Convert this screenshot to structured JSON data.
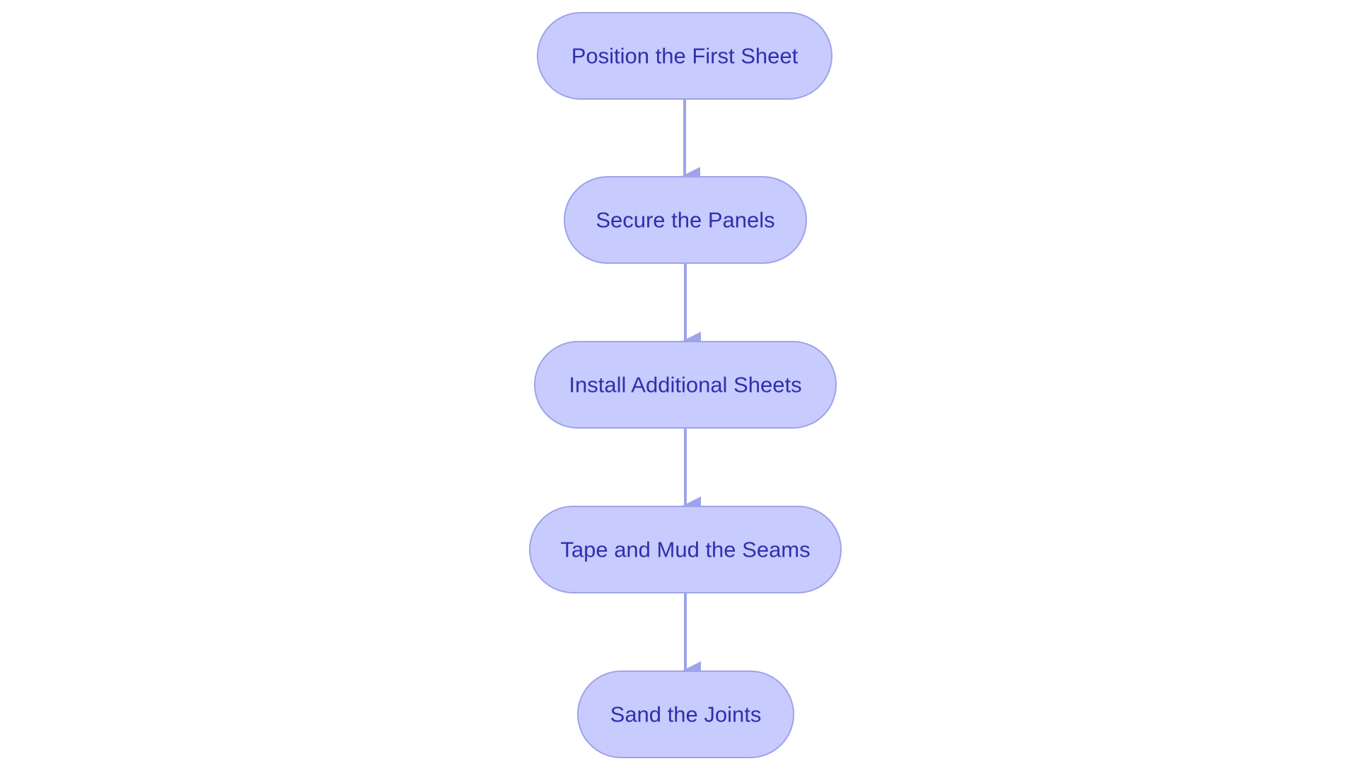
{
  "diagram": {
    "type": "flowchart",
    "direction": "top-to-bottom",
    "colors": {
      "node_fill": "#C8CBFD",
      "node_stroke": "#9EA3EA",
      "node_text": "#2E30AE",
      "edge": "#9EA3EA",
      "background": "#FFFFFF"
    },
    "nodes": [
      {
        "id": "n1",
        "label": "Position the First Sheet"
      },
      {
        "id": "n2",
        "label": "Secure the Panels"
      },
      {
        "id": "n3",
        "label": "Install Additional Sheets"
      },
      {
        "id": "n4",
        "label": "Tape and Mud the Seams"
      },
      {
        "id": "n5",
        "label": "Sand the Joints"
      }
    ],
    "edges": [
      {
        "from": "n1",
        "to": "n2"
      },
      {
        "from": "n2",
        "to": "n3"
      },
      {
        "from": "n3",
        "to": "n4"
      },
      {
        "from": "n4",
        "to": "n5"
      }
    ]
  }
}
